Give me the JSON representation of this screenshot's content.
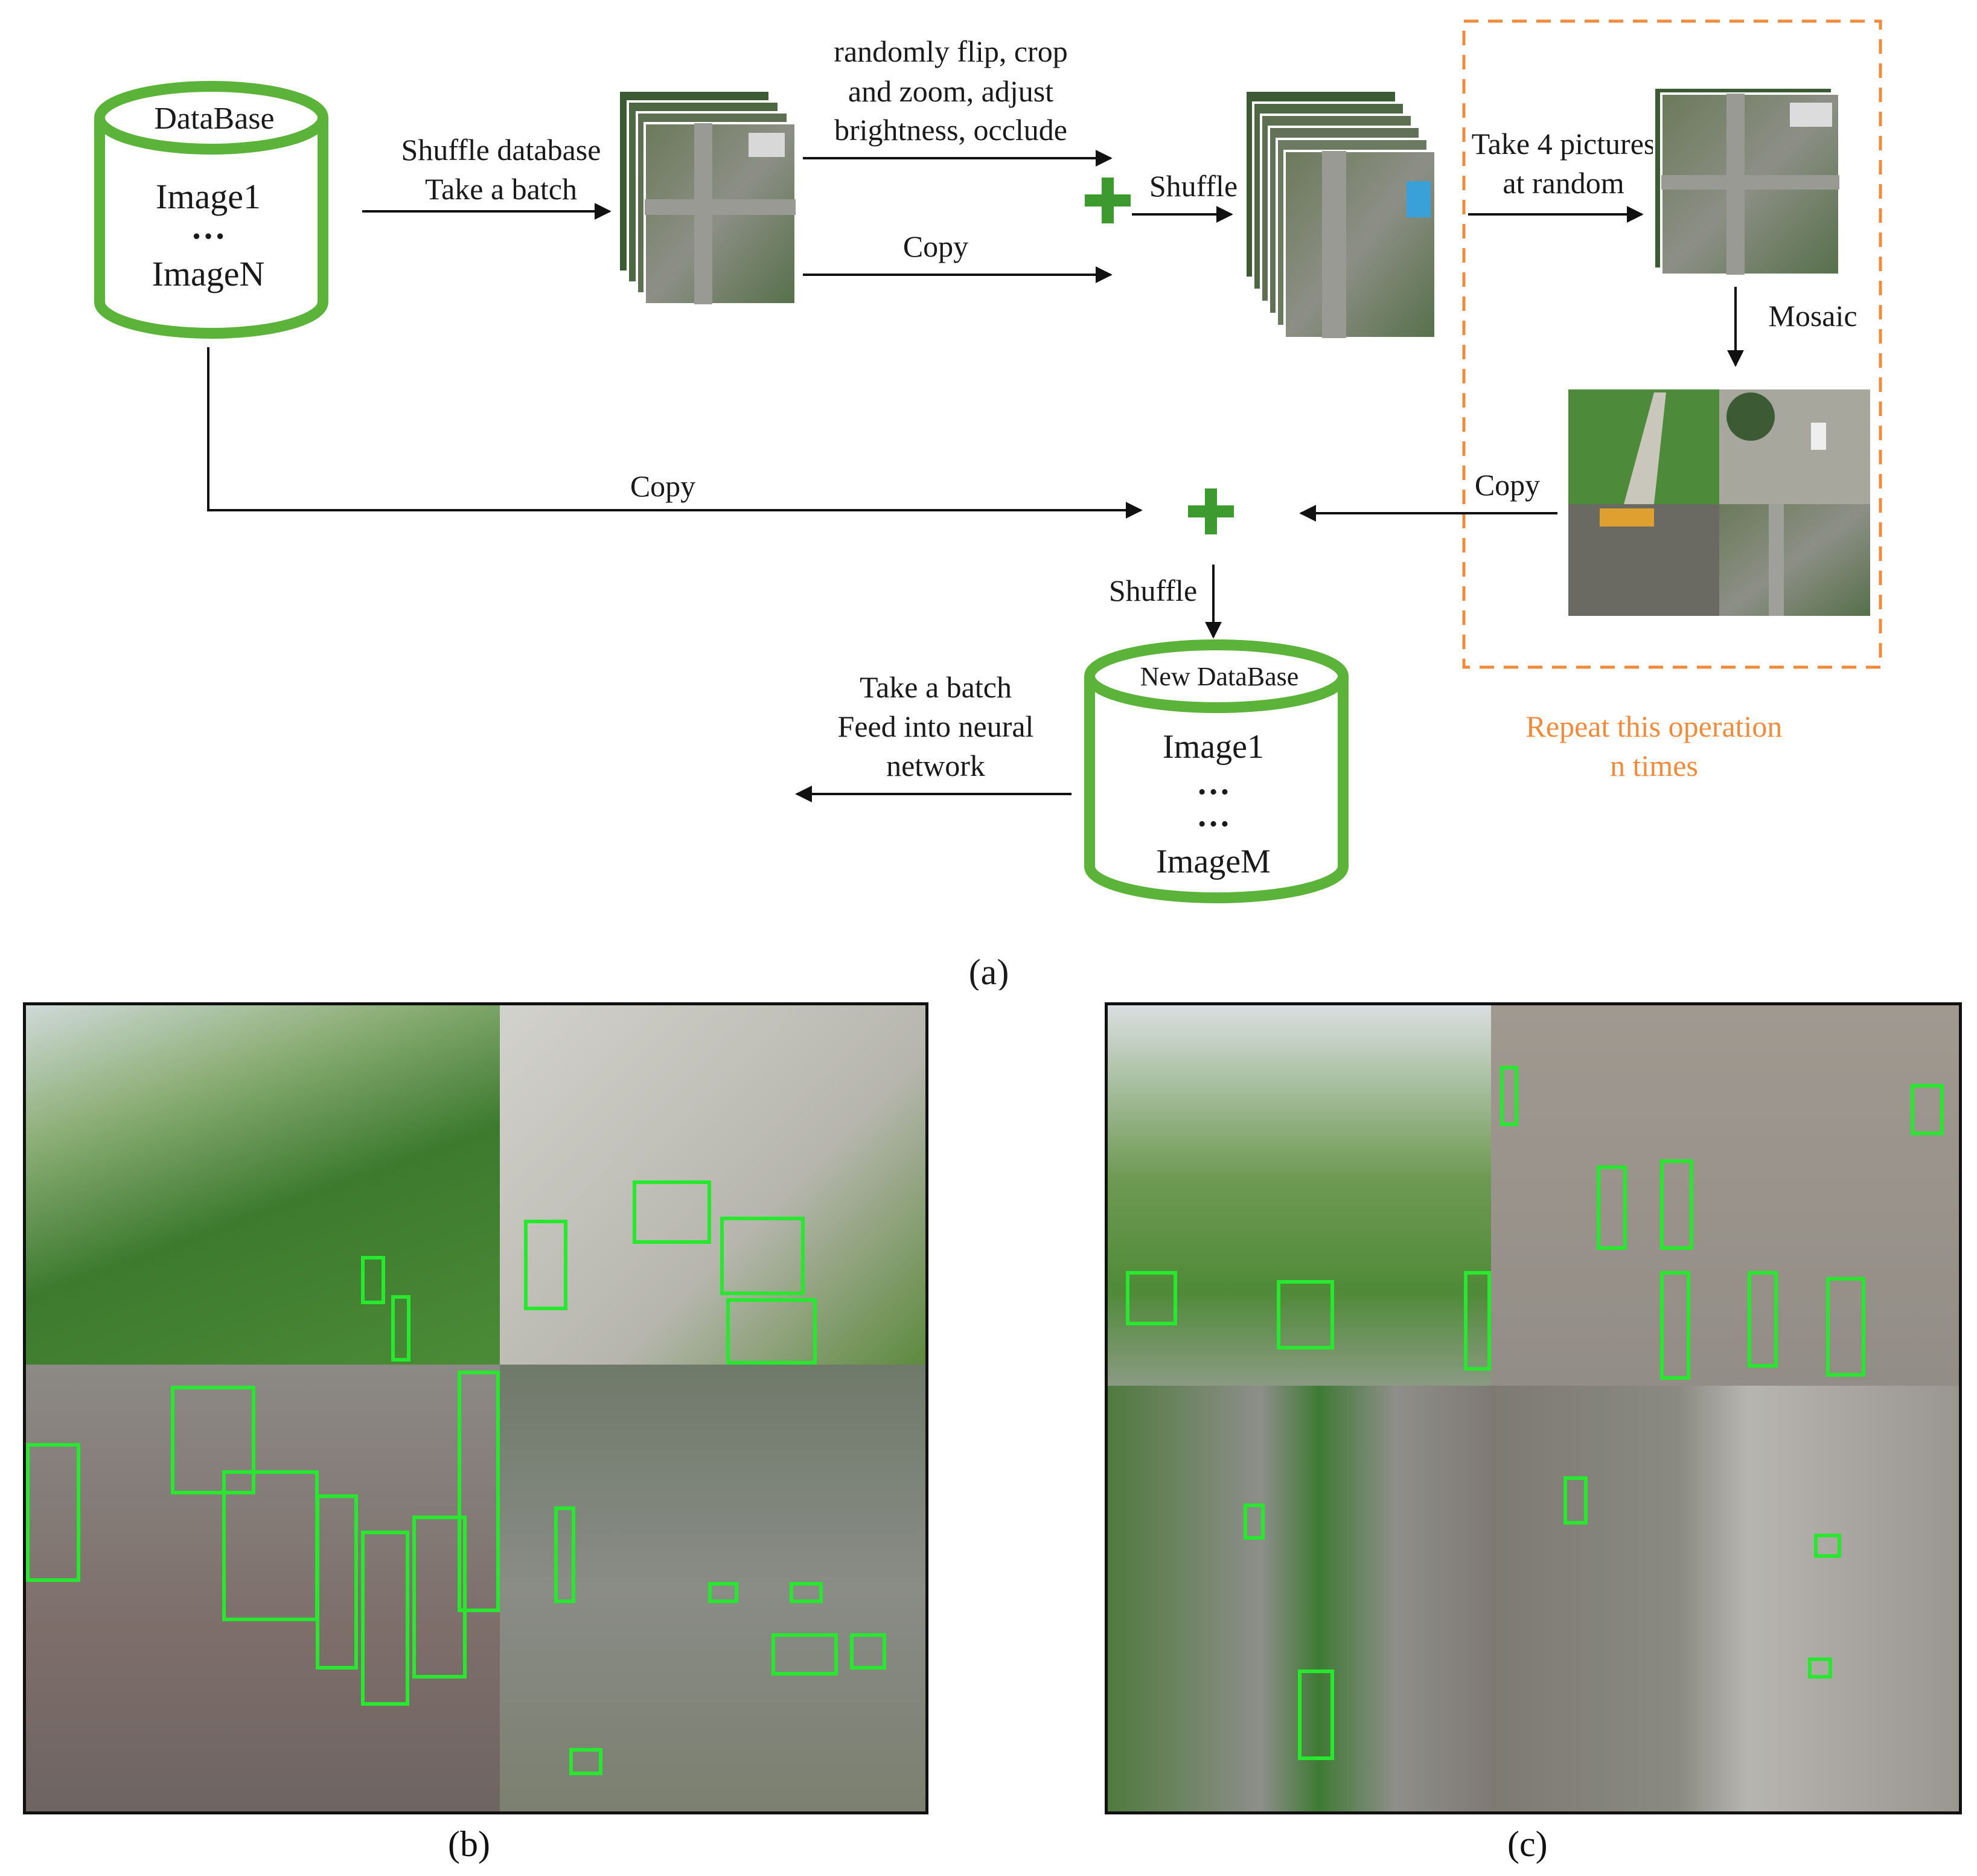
{
  "flow": {
    "database": {
      "title": "DataBase",
      "first": "Image1",
      "dots": "…",
      "last": "ImageN"
    },
    "shuffle_take": [
      "Shuffle database",
      "Take a batch"
    ],
    "augment": [
      "randomly flip, crop",
      "and zoom, adjust",
      "brightness, occlude"
    ],
    "copy_top": "Copy",
    "shuffle_1": "Shuffle",
    "take4": [
      "Take 4 pictures",
      "at random"
    ],
    "mosaic": "Mosaic",
    "copy_mid": "Copy",
    "copy_right": "Copy",
    "shuffle_2": "Shuffle",
    "new_database": {
      "title": "New DataBase",
      "first": "Image1",
      "dots1": "…",
      "dots2": "…",
      "last": "ImageM"
    },
    "feed": [
      "Take a batch",
      "Feed into neural",
      "network"
    ],
    "repeat": [
      "Repeat this operation",
      "n times"
    ]
  },
  "captions": {
    "a": "(a)",
    "b": "(b)",
    "c": "(c)"
  },
  "colors": {
    "cylinder_green": "#5bb33a",
    "plus_green": "#3c9a2e",
    "dashed_orange": "#f08a3c",
    "bbox_green": "#27e82e"
  }
}
